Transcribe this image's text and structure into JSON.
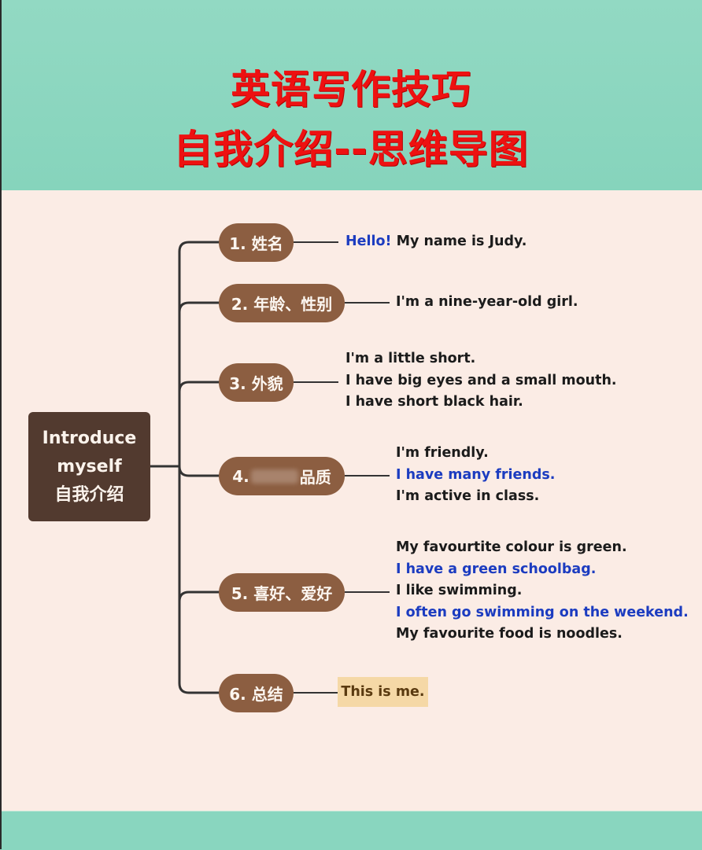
{
  "header": {
    "title_line1": "英语写作技巧",
    "title_line2": "自我介绍--思维导图"
  },
  "central_node": {
    "line1": "Introduce",
    "line2": "myself",
    "line3": "自我介绍"
  },
  "branches": [
    {
      "label": "1. 姓名",
      "lines": [
        {
          "parts": [
            {
              "text": "Hello!",
              "color": "blue"
            },
            {
              "text": " My name is Judy.",
              "color": "black"
            }
          ]
        }
      ]
    },
    {
      "label": "2. 年龄、性别",
      "lines": [
        {
          "parts": [
            {
              "text": "I'm a nine-year-old girl.",
              "color": "black"
            }
          ]
        }
      ]
    },
    {
      "label": "3. 外貌",
      "lines": [
        {
          "parts": [
            {
              "text": "I'm a little short.",
              "color": "black"
            }
          ]
        },
        {
          "parts": [
            {
              "text": "I have big eyes and a  small mouth.",
              "color": "black"
            }
          ]
        },
        {
          "parts": [
            {
              "text": "I have short black hair.",
              "color": "black"
            }
          ]
        }
      ]
    },
    {
      "label_prefix": "4.",
      "label_suffix": "品质",
      "label_blurred": true,
      "lines": [
        {
          "parts": [
            {
              "text": "I'm friendly.",
              "color": "black"
            }
          ]
        },
        {
          "parts": [
            {
              "text": "I have many friends.",
              "color": "blue"
            }
          ]
        },
        {
          "parts": [
            {
              "text": "I'm active in class.",
              "color": "black"
            }
          ]
        }
      ]
    },
    {
      "label": "5. 喜好、爱好",
      "lines": [
        {
          "parts": [
            {
              "text": "My favourtite colour is green.",
              "color": "black"
            }
          ]
        },
        {
          "parts": [
            {
              "text": "I have a green schoolbag.",
              "color": "blue"
            }
          ]
        },
        {
          "parts": [
            {
              "text": "I like swimming.",
              "color": "black"
            }
          ]
        },
        {
          "parts": [
            {
              "text": "I often go swimming on the weekend.",
              "color": "blue"
            }
          ]
        },
        {
          "parts": [
            {
              "text": "My favourite food is noodles.",
              "color": "black"
            }
          ]
        }
      ]
    },
    {
      "label": "6. 总结",
      "summary": "This is me."
    }
  ],
  "colors": {
    "header_bg": "#8ed7c0",
    "body_bg": "#fbece5",
    "title_red": "#ee1111",
    "central_bg": "#523a2f",
    "pill_bg": "#8c5e41",
    "connector": "#333333",
    "text_black": "#1b1b1b",
    "text_blue": "#1c3cc0",
    "summary_bg": "#f5d8a6",
    "summary_text": "#5a3a10"
  }
}
